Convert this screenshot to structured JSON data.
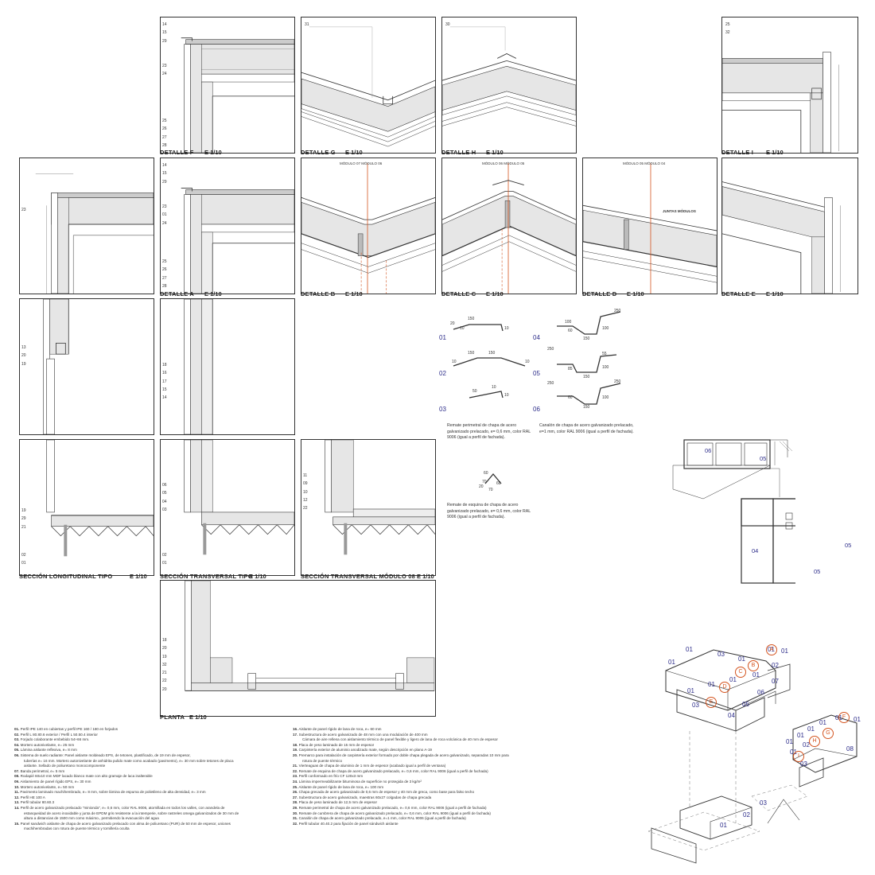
{
  "details": {
    "F": {
      "caption": "DETALLE   F",
      "scale": "E 1/10",
      "numbers": [
        "14",
        "15",
        "29",
        "23",
        "24",
        "25",
        "26",
        "27",
        "28"
      ]
    },
    "G": {
      "caption": "DETALLE   G",
      "scale": "E 1/10",
      "numbers": [
        "31"
      ]
    },
    "H": {
      "caption": "DETALLE   H",
      "scale": "E 1/10",
      "numbers": [
        "30"
      ]
    },
    "I": {
      "caption": "DETALLE   I",
      "scale": "E 1/10",
      "numbers": [
        "25",
        "32"
      ]
    },
    "A": {
      "caption": "DETALLE   A",
      "scale": "E 1/10",
      "numbers": [
        "14",
        "15",
        "29",
        "23",
        "01",
        "24",
        "25",
        "26",
        "27",
        "28"
      ]
    },
    "B": {
      "caption": "DETALLE   B",
      "scale": "E 1/10",
      "modules": "MÓDULO 07   MÓDULO 06"
    },
    "C": {
      "caption": "DETALLE   C",
      "scale": "E 1/10",
      "modules": "MÓDULO 06   MÓDULO 05"
    },
    "D": {
      "caption": "DETALLE   D",
      "scale": "E 1/10",
      "modules": "MÓDULO 05   MÓDULO 04",
      "note": "JUNTAS MÓDULOS"
    },
    "E": {
      "caption": "DETALLE   E",
      "scale": "E 1/10"
    }
  },
  "sections": {
    "longitudinal": {
      "caption": "SECCIÓN LONGITUDINAL  TIPO",
      "scale": "E 1/10"
    },
    "transversal": {
      "caption": "SECCIÓN TRANSVERSAL  TIPO",
      "scale": "E 1/10"
    },
    "transversal08": {
      "caption": "SECCIÓN TRANSVERSAL  MÓDULO 08",
      "scale": "E 1/10"
    },
    "planta": {
      "caption": "PLANTA",
      "scale": "E 1/10"
    }
  },
  "side_numbers": {
    "wallLeft": [
      "23"
    ],
    "longSection": [
      "13",
      "20",
      "19"
    ],
    "transSection": [
      "18",
      "16",
      "17",
      "15",
      "14"
    ],
    "longSectionBottom": [
      "19",
      "29",
      "21",
      "02",
      "01"
    ],
    "transSectionBottom": [
      "06",
      "05",
      "04",
      "03",
      "02",
      "01"
    ],
    "trans08Numbers": [
      "11",
      "09",
      "10",
      "12",
      "22"
    ],
    "plantaNumbers": [
      "18",
      "20",
      "19",
      "32",
      "21",
      "22",
      "20"
    ]
  },
  "profiles": {
    "p01": {
      "num": "01",
      "dims": [
        "150",
        "20",
        "10",
        "10"
      ]
    },
    "p02": {
      "num": "02",
      "dims": [
        "150",
        "150",
        "10",
        "10"
      ]
    },
    "p03": {
      "num": "03",
      "dims": [
        "50",
        "10",
        "10"
      ]
    },
    "p04": {
      "num": "04",
      "dims": [
        "250",
        "100",
        "60",
        "100",
        "150"
      ]
    },
    "p05": {
      "num": "05",
      "dims": [
        "250",
        "55",
        "85",
        "100",
        "150"
      ]
    },
    "p06": {
      "num": "06",
      "dims": [
        "250",
        "250",
        "60",
        "100",
        "150"
      ]
    },
    "note1": "Remate perimetral de chapa de acero galvanizado prelacado, e= 0,6 mm, color RAL 9006 (igual a perfil de fachada).",
    "note2": "Canalón de chapa de acero galvanizado prelacado, e=1 mm, color RAL 9006 (igual a perfil de fachada).",
    "corner_dims": [
      "60",
      "70",
      "20",
      "70",
      "60"
    ],
    "note3": "Remate de esquina de chapa de acero galvanizado prelacado, e= 0,6 mm, color RAL 9006 (igual a perfil de fachada)."
  },
  "plan_labels": [
    "06",
    "05",
    "04",
    "05",
    "05"
  ],
  "axon_labels": [
    "01",
    "01",
    "03",
    "01",
    "01",
    "02",
    "01",
    "01",
    "01",
    "07",
    "01",
    "06",
    "01",
    "03",
    "05",
    "04",
    "01",
    "01",
    "01",
    "01",
    "01",
    "01",
    "02",
    "08",
    "01",
    "03",
    "02",
    "03",
    "01"
  ],
  "axon_circles": [
    "A",
    "B",
    "C",
    "D",
    "E",
    "F",
    "G",
    "H",
    "I"
  ],
  "legend_left": [
    {
      "n": "01.",
      "t": "Perfil IPE 140 en cubiertas y perfil IPE 160 / 180 en forjados"
    },
    {
      "n": "02.",
      "t": "Perfil L 80.80.6 exterior  /  Perfil L 50.50.4 interior"
    },
    {
      "n": "03.",
      "t": "Forjado colaborante embebido 54+66 mm."
    },
    {
      "n": "04.",
      "t": "Mortero autonivelante, e= 25 mm"
    },
    {
      "n": "05.",
      "t": "Lámina aislante reflexiva, e= 8 mm"
    },
    {
      "n": "06.",
      "t": "Sistema de suelo radiante: Panel aislante moldeado EPS, de tetones, plastificado, de 19 mm de espesor,"
    },
    {
      "n": "",
      "t": "tuberías e= 16 mm. Mortero autonivelante de anhidrita pulido mate como acabado (pavimento), e= 30 mm sobre tetones de placa"
    },
    {
      "n": "",
      "t": "aislante. Sellado de poliuretano monocomponente"
    },
    {
      "n": "07.",
      "t": "Banda perimetral, e= 5 mm"
    },
    {
      "n": "08.",
      "t": "Rodapié 60x10 mm MDF lacado blanco mate con alto gramaje de laca inalterable"
    },
    {
      "n": "09.",
      "t": "Aislamiento de panel rígido EPS, e= 30 mm"
    },
    {
      "n": "10.",
      "t": "Mortero autonivelante, e= 50 mm"
    },
    {
      "n": "11.",
      "t": "Pavimento laminado machihembrado, e= 8 mm, sobre lámina de espuma de polietileno de alta densidad, e= 3 mm"
    },
    {
      "n": "12.",
      "t": "Perfil HE 100 A"
    },
    {
      "n": "13.",
      "t": "Perfil tubular 80.60.3"
    },
    {
      "n": "14.",
      "t": "Perfil de acero galvanizado prelacado \"minionda\", e= 0,6 mm, color RAL 9006, atornillada en todos los valles, con arandela de"
    },
    {
      "n": "",
      "t": "estanqueidad de acero inoxidable y junta de EPDM gris resistente a la intemperie, sobre rastreles omega galvanizados de 30 mm de"
    },
    {
      "n": "",
      "t": "altura a distancias de 1500 mm como máximo., permitiendo la evacuación del agua"
    },
    {
      "n": "15.",
      "t": "Panel sandwich aislante de chapa de acero galvanizado prelacado con alma de poliuretano (PUR) de 50 mm de espesor, uniones"
    },
    {
      "n": "",
      "t": "machihembradas con rotura de puente térmico y tornillería oculta"
    }
  ],
  "legend_right": [
    {
      "n": "16.",
      "t": "Aislante de panel rígido de lana de roca, e= 60 mm"
    },
    {
      "n": "17.",
      "t": "Subestructura de acero galvanizado de 48 mm con una modulación de 400 mm"
    },
    {
      "n": "",
      "t": "Cámara de aire rellena con aislamiento térmico de panel flexible y ligero de lana de roca volcánica de 40 mm de espesor"
    },
    {
      "n": "18.",
      "t": "Placa de yeso laminado de 15 mm de espesor"
    },
    {
      "n": "19.",
      "t": "Carpintería exterior de aluminio anodizado mate, según descripción en plano A-19"
    },
    {
      "n": "20.",
      "t": "Premarco para instalación de carpintería exterior formado por doble chapa plegada de acero galvanizado, separadas 10 mm para"
    },
    {
      "n": "",
      "t": "rotura de puente térmico"
    },
    {
      "n": "21.",
      "t": "Vierteaguas de chapa de aluminio de 1 mm de espesor (acabado igual a perfil de ventana)"
    },
    {
      "n": "22.",
      "t": "Remate de esquina de chapa de acero galvanizado prelacado, e= 0,6 mm, color RAL 9006 (igual a perfil de fachada)"
    },
    {
      "n": "23.",
      "t": "Perfil conformado en frío CF 120x3 mm"
    },
    {
      "n": "24.",
      "t": "Lámina impermeabilizante bituminosa de superficie no protegida de 3 kg/m²"
    },
    {
      "n": "25.",
      "t": "Aislante de panel rígido de lana de roca, e= 100 mm"
    },
    {
      "n": "26.",
      "t": "Chapa grecada de acero galvanizado de 0,6 mm de espesor y 40 mm de greca, como base para falso techo"
    },
    {
      "n": "27.",
      "t": "Subestructura de acero galvanizado, maestras 60x27 colgadas de chapa grecada"
    },
    {
      "n": "28.",
      "t": "Placa de yeso laminado de 12,5 mm de espesor"
    },
    {
      "n": "29.",
      "t": "Remate perimetral de chapa de acero galvanizado prelacado, e= 0,6 mm, color RAL 9006 (igual a perfil de fachada)"
    },
    {
      "n": "30.",
      "t": "Remate de cumbrera de chapa de acero galvanizado prelacado, e= 0,6 mm, color RAL 9006 (igual a perfil de fachada)"
    },
    {
      "n": "31.",
      "t": "Canalón de chapa de acero galvanizado prelacado, e=1 mm, color RAL 9006 (igual a perfil de fachada)"
    },
    {
      "n": "32.",
      "t": "Perfil tubular 40.40.2 para fijación de panel sándwich aislante"
    }
  ],
  "colors": {
    "ink": "#222222",
    "accent": "#d4541f",
    "label": "#2d2d8a",
    "fill": "#e6e6e6"
  }
}
